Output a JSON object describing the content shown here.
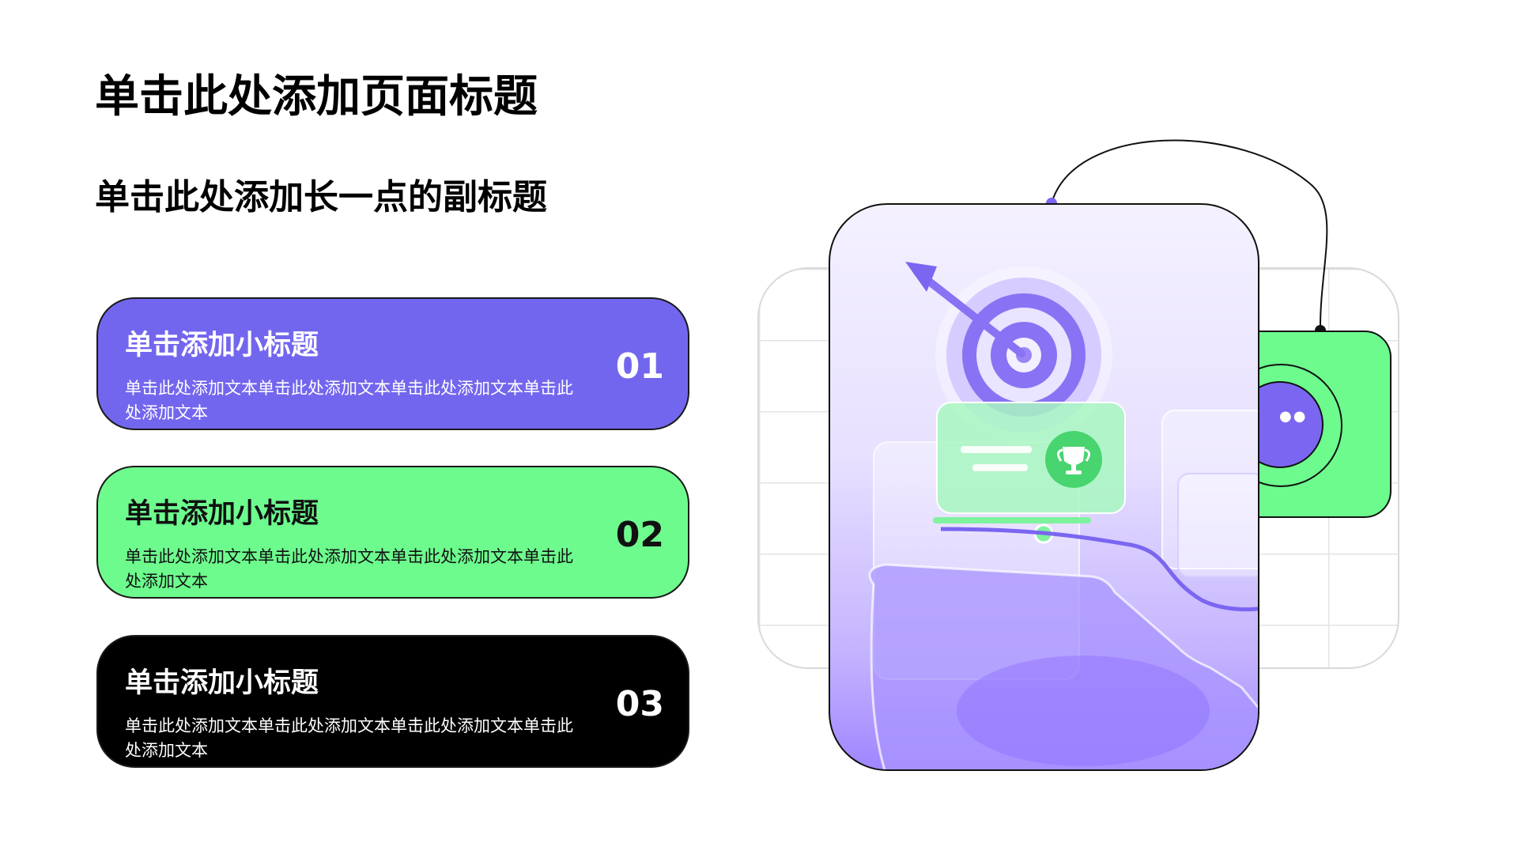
{
  "page": {
    "title": "单击此处添加页面标题",
    "subtitle": "单击此处添加长一点的副标题"
  },
  "cards": [
    {
      "title": "单击添加小标题",
      "body": "单击此处添加文本单击此处添加文本单击此处添加文本单击此处添加文本",
      "number": "01",
      "bg_color": "#7366ee",
      "text_color": "#ffffff"
    },
    {
      "title": "单击添加小标题",
      "body": "单击此处添加文本单击此处添加文本单击此处添加文本单击此处添加文本",
      "number": "02",
      "bg_color": "#6dfb8e",
      "text_color": "#111111"
    },
    {
      "title": "单击添加小标题",
      "body": "单击此处添加文本单击此处添加文本单击此处添加文本单击此处添加文本",
      "number": "03",
      "bg_color": "#000000",
      "text_color": "#ffffff"
    }
  ],
  "illustration": {
    "icons": [
      "target-icon",
      "arrow-icon",
      "trophy-icon"
    ],
    "colors": {
      "purple": "#7a66f0",
      "green": "#6dfb8e",
      "grid": "#e4e4e4"
    }
  }
}
